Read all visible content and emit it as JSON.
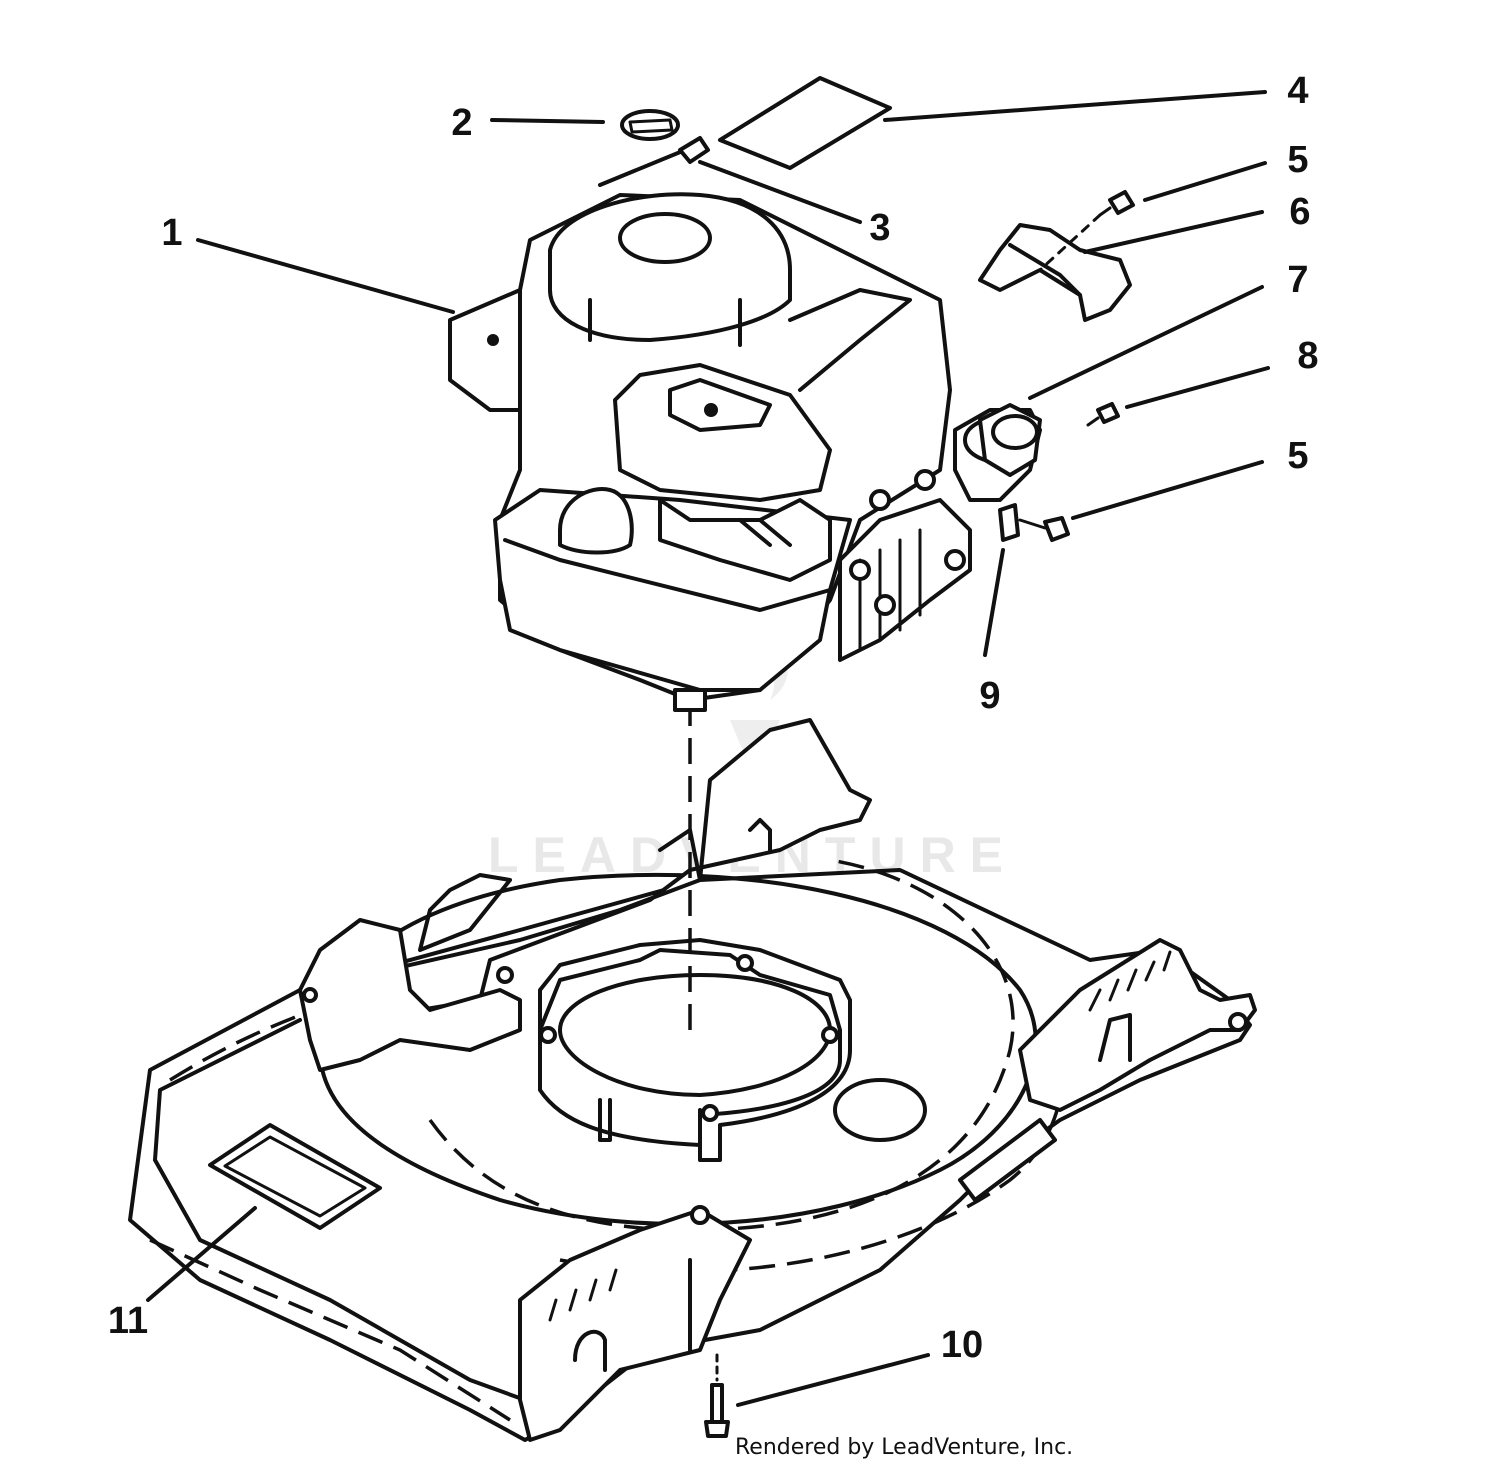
{
  "callouts": [
    {
      "id": "1",
      "label": "1"
    },
    {
      "id": "2",
      "label": "2"
    },
    {
      "id": "3",
      "label": "3"
    },
    {
      "id": "4",
      "label": "4"
    },
    {
      "id": "5a",
      "label": "5"
    },
    {
      "id": "6",
      "label": "6"
    },
    {
      "id": "7",
      "label": "7"
    },
    {
      "id": "8",
      "label": "8"
    },
    {
      "id": "5b",
      "label": "5"
    },
    {
      "id": "9",
      "label": "9"
    },
    {
      "id": "10",
      "label": "10"
    },
    {
      "id": "11",
      "label": "11"
    }
  ],
  "watermark": "LEADVENTURE",
  "credit": "Rendered by LeadVenture, Inc."
}
